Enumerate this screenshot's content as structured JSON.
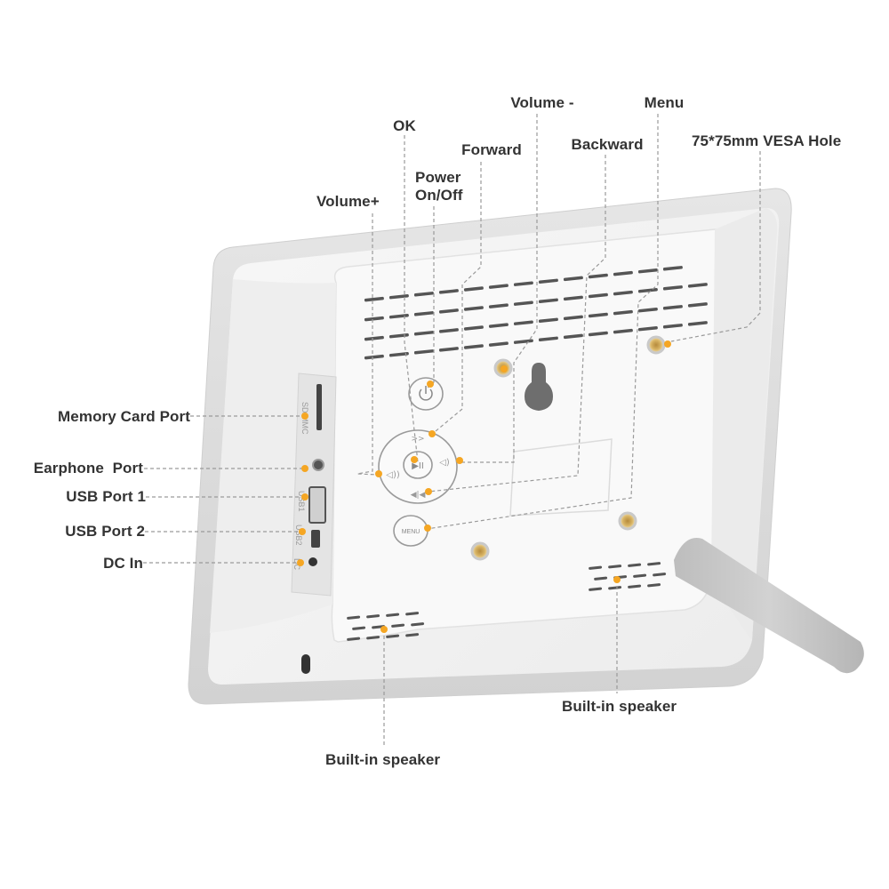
{
  "colors": {
    "background": "#ffffff",
    "frame_body": "#f3f3f3",
    "frame_edge": "#d9d9d9",
    "stand": "#c8c8c8",
    "marker": "#f5a623",
    "leader_line": "#9a9a9a",
    "label_text": "#333333"
  },
  "labels": {
    "volume_minus": "Volume -",
    "menu": "Menu",
    "ok": "OK",
    "forward": "Forward",
    "backward": "Backward",
    "vesa": "75*75mm VESA Hole",
    "power_line1": "Power",
    "power_line2": "On/Off",
    "volume_plus": "Volume+",
    "memory_card": "Memory Card Port",
    "earphone": "Earphone  Port",
    "usb1": "USB Port 1",
    "usb2": "USB Port 2",
    "dc_in": "DC In",
    "speaker_right": "Built-in speaker",
    "speaker_left": "Built-in speaker"
  },
  "port_labels": {
    "sd": "SD/MMC",
    "usb1": "USB1",
    "usb2": "USB2",
    "dc": "DC"
  },
  "buttons": {
    "menu": "MENU"
  },
  "icons": {
    "power": "power-icon",
    "play_pause": "play-pause-icon",
    "forward": "fast-forward-icon",
    "backward": "rewind-icon",
    "volume_up": "volume-up-icon",
    "volume_down": "volume-down-icon"
  }
}
